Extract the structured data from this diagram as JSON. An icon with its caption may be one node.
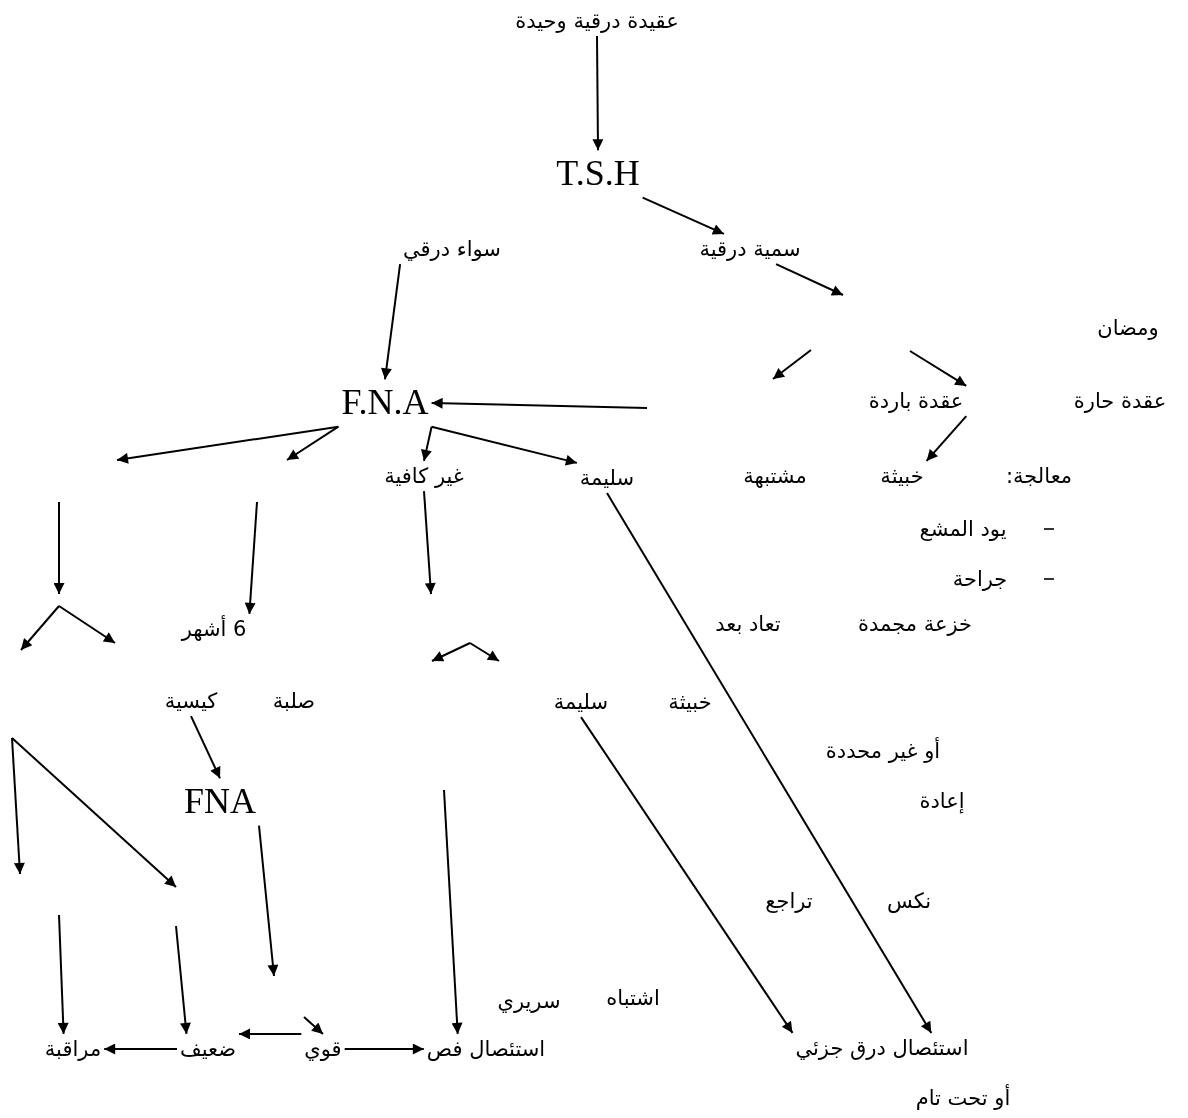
{
  "diagram": {
    "nodes": [
      {
        "text": [
          "عقيدة درقية وحيدة"
        ]
      },
      {
        "text": [
          "T.S.H"
        ]
      },
      {
        "text": [
          "سمية درقية"
        ]
      },
      {
        "text": [
          "سواء درقي"
        ]
      },
      {
        "text": [
          "F.N.A"
        ]
      },
      {
        "text": [
          "عقدة باردة"
        ]
      },
      {
        "text": [
          "غير كافية"
        ]
      },
      {
        "text": [
          "سليمة"
        ]
      },
      {
        "text": [
          "خبيثة"
        ]
      },
      {
        "text": [
          "6 أشهر"
        ]
      },
      {
        "text": [
          "كيسية"
        ]
      },
      {
        "text": [
          "سليمة"
        ]
      },
      {
        "text": [
          "FNA"
        ]
      },
      {
        "text": [
          "استئصال فص"
        ]
      },
      {
        "text": [
          "قوي"
        ]
      },
      {
        "text": [
          "ضعيف"
        ]
      },
      {
        "text": [
          "مراقبة"
        ]
      },
      {
        "text": [
          "استئصال درق جزئي"
        ]
      }
    ],
    "edges": [
      {
        "from": 0,
        "to": 1,
        "arrow": "to"
      },
      {
        "from": 1,
        "to": 2,
        "arrow": "to"
      },
      {
        "from": 2,
        "to": null,
        "arrow": "to"
      },
      {
        "from": 3,
        "to": 4,
        "arrow": "to"
      },
      {
        "from": null,
        "to": 5,
        "arrow": "to"
      },
      {
        "from": null,
        "to": 4,
        "arrow": "to"
      },
      {
        "from": 5,
        "to": 8,
        "arrow": "to"
      },
      {
        "from": 4,
        "to": null,
        "arrow": "to"
      },
      {
        "from": 4,
        "to": null,
        "arrow": "to"
      },
      {
        "from": 4,
        "to": 6,
        "arrow": "to"
      },
      {
        "from": 4,
        "to": 7,
        "arrow": "to"
      },
      {
        "from": 7,
        "to": 17,
        "arrow": "to"
      },
      {
        "from": null,
        "to": 9,
        "arrow": "to"
      },
      {
        "from": 6,
        "to": null,
        "arrow": "to"
      },
      {
        "from": 10,
        "to": 12,
        "arrow": "to"
      },
      {
        "from": 11,
        "to": 17,
        "arrow": "to"
      },
      {
        "from": 12,
        "to": null,
        "arrow": "to"
      },
      {
        "from": null,
        "to": 13,
        "arrow": "to"
      },
      {
        "from": null,
        "to": 16,
        "arrow": "to"
      },
      {
        "from": null,
        "to": 15,
        "arrow": "to"
      },
      {
        "from": 14,
        "to": 15,
        "arrow": "to"
      },
      {
        "from": null,
        "to": 14,
        "arrow": "to"
      },
      {
        "from": 15,
        "to": 16,
        "arrow": "to"
      },
      {
        "from": 14,
        "to": 13,
        "arrow": "to"
      }
    ],
    "labels": [
      "ومضان",
      "عقدة حارة",
      "مشتبهة",
      "معالجة:",
      "يود المشع",
      "جراحة",
      "خزعة مجمدة",
      "تعاد بعد",
      "صلبة",
      "خبيثة",
      "أو غير محددة",
      "إعادة",
      "نكس",
      "تراجع",
      "سريري",
      "اشتباه",
      "أو تحت تام"
    ]
  }
}
